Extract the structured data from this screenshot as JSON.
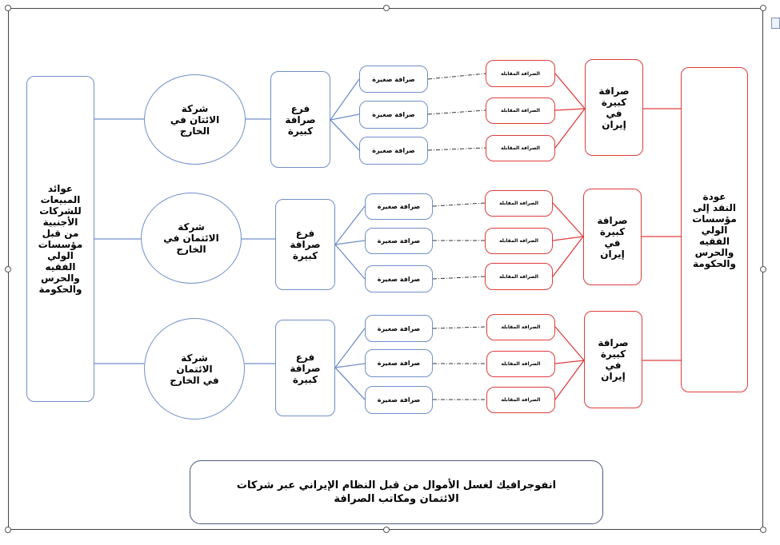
{
  "left_node": {
    "label": "عوائد\nالمبيعات\nللشركات\nالأجنبية\nمن قبل\nمؤسسات\nالولي\nالفقيه\nوالحرس\nوالحكومة"
  },
  "right_node": {
    "label": "عودة\nالنقد إلى\nمؤسسات\nالولي\nالفقيه\nوالحرس\nوالحكومة"
  },
  "rows": [
    {
      "company": "شركة\nالائتان في\nالخارج",
      "branch": "فرع\nصرافة\nكبيرة",
      "small_exchanges": [
        "صرافة صغيرة",
        "صرافة صغيرة",
        "صرافة صغيرة"
      ],
      "counterparts": [
        "الصرافة المقابلة",
        "الصرافة المقابلة",
        "الصرافة المقابلة"
      ],
      "iran_exchange": "صرافة\nكبيرة\nفي\nإيران"
    },
    {
      "company": "شركة\nالائتمان في\nالخارج",
      "branch": "فرع\nصرافة\nكبيرة",
      "small_exchanges": [
        "صرافة صغيرة",
        "صرافة صغيرة",
        "صرافة صغيرة"
      ],
      "counterparts": [
        "الصرافة المقابلة",
        "الصرافة المقابلة",
        "الصرافة المقابلة"
      ],
      "iran_exchange": "صرافة\nكبيرة\nفي\nإيران"
    },
    {
      "company": "شركة\nالائتمان\nفي الخارج",
      "branch": "فرع\nصرافة\nكبيرة",
      "small_exchanges": [
        "صرافة صغيرة",
        "صرافة صغيرة",
        "صرافة صغيرة"
      ],
      "counterparts": [
        "الصرافة المقابلة",
        "الصرافة المقابلة",
        "الصرافة المقابلة"
      ],
      "iran_exchange": "صرافة\nكبيرة\nفي\nإيران"
    }
  ],
  "caption": "انفوجرافيك لغسل الأموال من قبل النظام الإيراني عبر شركات الائتمان ومكاتب الصرافة",
  "colors": {
    "blue_border": "#6f8fc9",
    "red_border": "#e03c3c",
    "line_blue": "#6f8fc9",
    "line_red": "#e03c3c",
    "dash": "#333333"
  }
}
